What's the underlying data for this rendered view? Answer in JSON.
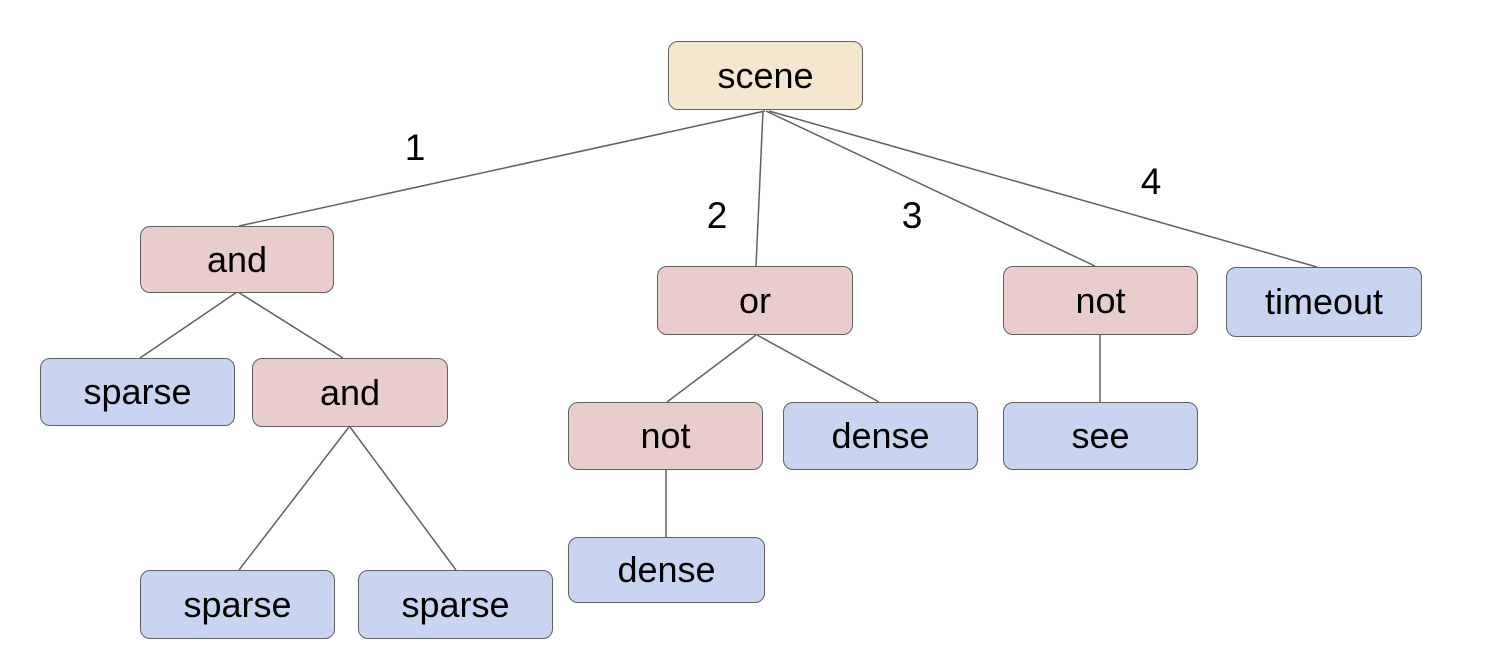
{
  "diagram": {
    "background": "#ffffff",
    "colors": {
      "root_fill": "#f5e6d0",
      "operator_fill": "#e8cdcc",
      "leaf_fill": "#c8d4f0",
      "border": "#616161",
      "edge_line": "#616161",
      "text": "#000000"
    },
    "nodes": [
      {
        "id": "scene",
        "label": "scene",
        "kind": "root"
      },
      {
        "id": "and-1",
        "label": "and",
        "kind": "operator"
      },
      {
        "id": "or-1",
        "label": "or",
        "kind": "operator"
      },
      {
        "id": "not-1",
        "label": "not",
        "kind": "operator"
      },
      {
        "id": "timeout-1",
        "label": "timeout",
        "kind": "leaf"
      },
      {
        "id": "sparse-1",
        "label": "sparse",
        "kind": "leaf"
      },
      {
        "id": "and-2",
        "label": "and",
        "kind": "operator"
      },
      {
        "id": "not-2",
        "label": "not",
        "kind": "operator"
      },
      {
        "id": "dense-1",
        "label": "dense",
        "kind": "leaf"
      },
      {
        "id": "see-1",
        "label": "see",
        "kind": "leaf"
      },
      {
        "id": "dense-2",
        "label": "dense",
        "kind": "leaf"
      },
      {
        "id": "sparse-2",
        "label": "sparse",
        "kind": "leaf"
      },
      {
        "id": "sparse-3",
        "label": "sparse",
        "kind": "leaf"
      }
    ],
    "edge_labels": [
      {
        "text": "1",
        "edge": "scene-and-1"
      },
      {
        "text": "2",
        "edge": "scene-or-1"
      },
      {
        "text": "3",
        "edge": "scene-not-1"
      },
      {
        "text": "4",
        "edge": "scene-timeout-1"
      }
    ],
    "edges": [
      {
        "from": "scene",
        "to": "and-1",
        "label": "1"
      },
      {
        "from": "scene",
        "to": "or-1",
        "label": "2"
      },
      {
        "from": "scene",
        "to": "not-1",
        "label": "3"
      },
      {
        "from": "scene",
        "to": "timeout-1",
        "label": "4"
      },
      {
        "from": "and-1",
        "to": "sparse-1"
      },
      {
        "from": "and-1",
        "to": "and-2"
      },
      {
        "from": "and-2",
        "to": "sparse-2"
      },
      {
        "from": "and-2",
        "to": "sparse-3"
      },
      {
        "from": "or-1",
        "to": "not-2"
      },
      {
        "from": "or-1",
        "to": "dense-1"
      },
      {
        "from": "not-2",
        "to": "dense-2"
      },
      {
        "from": "not-1",
        "to": "see-1"
      }
    ]
  }
}
